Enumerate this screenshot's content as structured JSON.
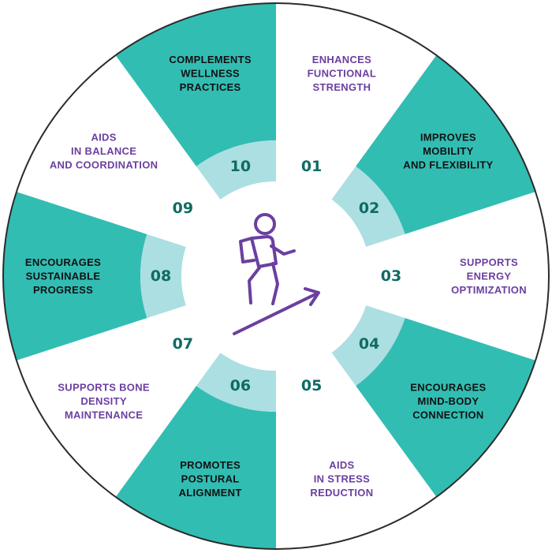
{
  "colors": {
    "teal": "#32bdb3",
    "teal_light": "#acdfe2",
    "dark_text": "#111111",
    "purple": "#6b3fa0",
    "number": "#0f6b64",
    "outline": "#2b2b2b"
  },
  "center_icon": "person-climbing-stairs-icon",
  "segments": [
    {
      "number": "01",
      "label": [
        "ENHANCES",
        "FUNCTIONAL",
        "STRENGTH"
      ],
      "style": "white"
    },
    {
      "number": "02",
      "label": [
        "IMPROVES",
        "MOBILITY",
        "AND FLEXIBILITY"
      ],
      "style": "teal"
    },
    {
      "number": "03",
      "label": [
        "SUPPORTS",
        "ENERGY",
        "OPTIMIZATION"
      ],
      "style": "white"
    },
    {
      "number": "04",
      "label": [
        "ENCOURAGES",
        "MIND-BODY",
        "CONNECTION"
      ],
      "style": "teal"
    },
    {
      "number": "05",
      "label": [
        "AIDS",
        "IN STRESS",
        "REDUCTION"
      ],
      "style": "white"
    },
    {
      "number": "06",
      "label": [
        "PROMOTES",
        "POSTURAL",
        "ALIGNMENT"
      ],
      "style": "teal"
    },
    {
      "number": "07",
      "label": [
        "SUPPORTS BONE",
        "DENSITY",
        "MAINTENANCE"
      ],
      "style": "white"
    },
    {
      "number": "08",
      "label": [
        "ENCOURAGES",
        "SUSTAINABLE",
        "PROGRESS"
      ],
      "style": "teal"
    },
    {
      "number": "09",
      "label": [
        "AIDS",
        "IN BALANCE",
        "AND COORDINATION"
      ],
      "style": "white"
    },
    {
      "number": "10",
      "label": [
        "COMPLEMENTS",
        "WELLNESS",
        "PRACTICES"
      ],
      "style": "teal"
    }
  ]
}
